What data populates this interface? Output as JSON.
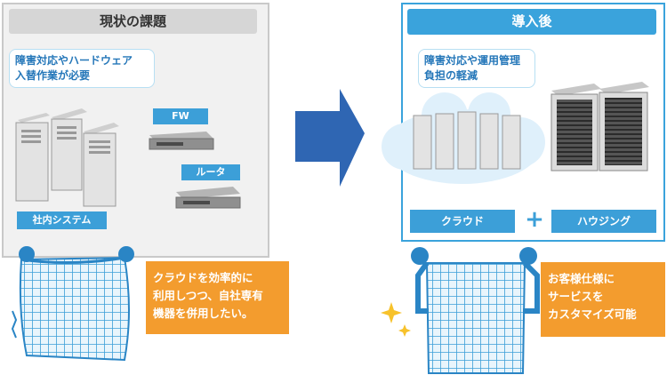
{
  "before": {
    "title": "現状の課題",
    "bubble_line1": "障害対応やハードウェア",
    "bubble_line2": "入替作業が必要",
    "fw_label": "FW",
    "router_label": "ルータ",
    "internal_label": "社内システム",
    "callout_line1": "クラウドを効率的に",
    "callout_line2": "利用しつつ、自社専有",
    "callout_line3": "機器を併用したい。"
  },
  "after": {
    "title": "導入後",
    "bubble_line1": "障害対応や運用管理",
    "bubble_line2": "負担の軽減",
    "cloud_label": "クラウド",
    "plus": "+",
    "housing_label": "ハウジング",
    "callout_line1": "お客様仕様に",
    "callout_line2": "サービスを",
    "callout_line3": "カスタマイズ可能"
  },
  "colors": {
    "accent_blue": "#3aa3dc",
    "label_blue": "#3c9fd8",
    "bubble_text": "#2577b9",
    "callout_orange": "#f39c2e",
    "arrow_blue": "#2f66b3",
    "panel_gray": "#f1f1f1"
  },
  "icons": [
    "server-tower-icon",
    "firewall-device-icon",
    "router-device-icon",
    "cloud-icon",
    "rack-server-icon",
    "arrow-right-icon",
    "building-character-icon",
    "sparkle-icon"
  ]
}
